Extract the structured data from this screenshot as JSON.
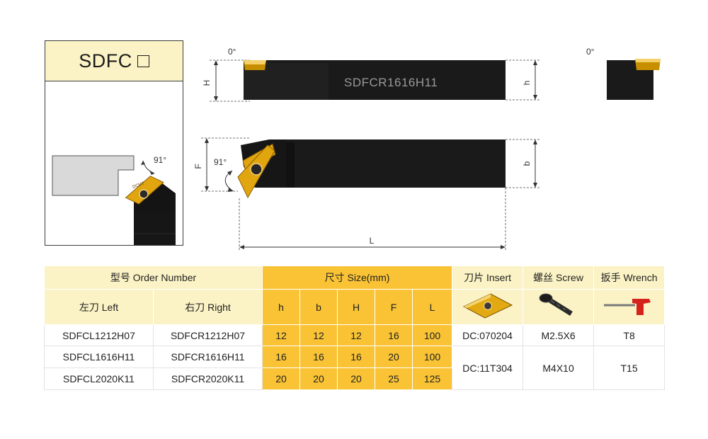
{
  "product": {
    "code": "SDFC"
  },
  "drawing": {
    "body_marking": "SDFCR1616H11",
    "angle_top_left": "0°",
    "angle_top_right": "0°",
    "angle_approach": "91°",
    "angle_inset": "91°",
    "dim_H": "H",
    "dim_h": "h",
    "dim_F": "F",
    "dim_b": "b",
    "dim_L": "L",
    "insert_marking": "DCMT"
  },
  "table": {
    "header": {
      "order_number": "型号 Order Number",
      "size": "尺寸 Size(mm)",
      "insert": "刀片 Insert",
      "screw": "螺丝 Screw",
      "wrench": "扳手 Wrench",
      "left": "左刀 Left",
      "right": "右刀 Right",
      "col_h": "h",
      "col_b": "b",
      "col_H": "H",
      "col_F": "F",
      "col_L": "L"
    },
    "rows": [
      {
        "left": "SDFCL1212H07",
        "right": "SDFCR1212H07",
        "h": "12",
        "b": "12",
        "H": "12",
        "F": "16",
        "L": "100"
      },
      {
        "left": "SDFCL1616H11",
        "right": "SDFCR1616H11",
        "h": "16",
        "b": "16",
        "H": "16",
        "F": "20",
        "L": "100"
      },
      {
        "left": "SDFCL2020K11",
        "right": "SDFCR2020K11",
        "h": "20",
        "b": "20",
        "H": "20",
        "F": "25",
        "L": "125"
      }
    ],
    "accessories": [
      {
        "insert": "DC:070204",
        "screw": "M2.5X6",
        "wrench": "T8"
      },
      {
        "insert": "DC:11T304",
        "screw": "M4X10",
        "wrench": "T15"
      }
    ]
  },
  "colors": {
    "beige": "#fbf3c5",
    "orange": "#f9c335",
    "tool_body": "#1a1a1a",
    "insert_gold": "#e1a60f"
  }
}
